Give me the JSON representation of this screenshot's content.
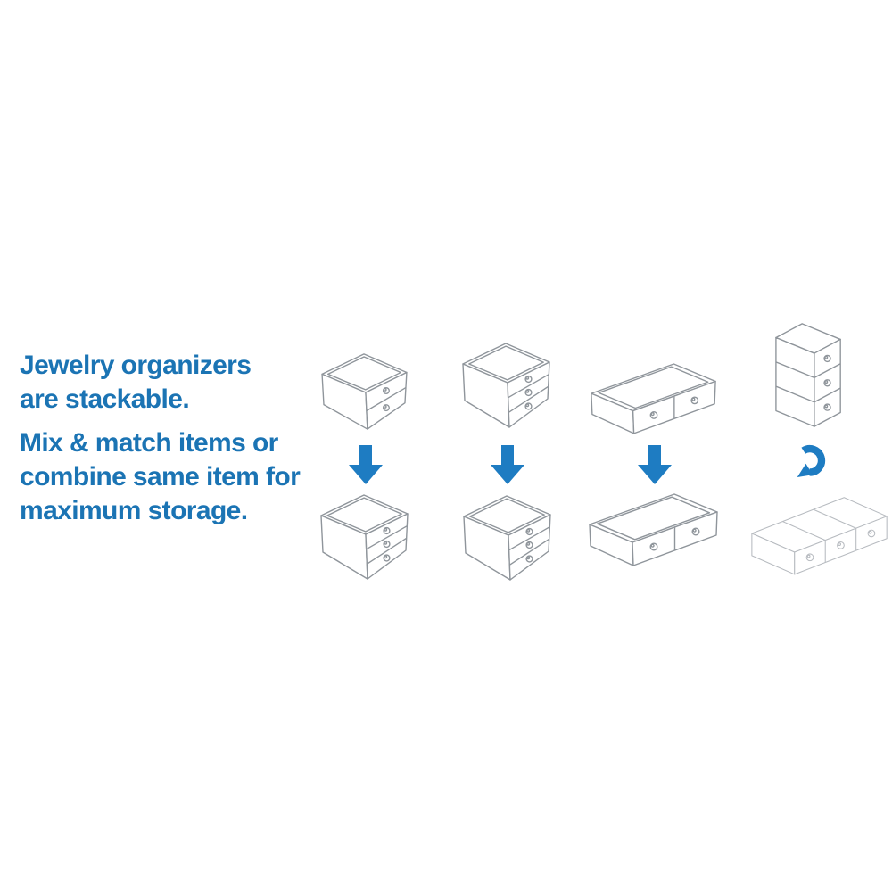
{
  "colors": {
    "page_bg": "#ffffff",
    "headline_blue": "#1b74b4",
    "arrow_blue": "#1e7cc2",
    "line_gray": "#8f959b",
    "line_gray_light": "#b7bbc0"
  },
  "text": {
    "paragraph1": [
      "Jewelry organizers",
      "are stackable."
    ],
    "paragraph2": [
      "Mix & match items or",
      "combine same item for",
      "maximum storage."
    ]
  },
  "figure": {
    "columns": [
      {
        "id": "column-1",
        "top_icon": "organizer-2-drawer-cube-icon",
        "arrow_icon": "down-arrow-icon",
        "bottom_icon": "organizer-3-drawer-cube-icon"
      },
      {
        "id": "column-2",
        "top_icon": "organizer-3-drawer-cube-icon",
        "arrow_icon": "down-arrow-icon",
        "bottom_icon": "organizer-3-drawer-cube-icon"
      },
      {
        "id": "column-3",
        "top_icon": "organizer-wide-2-drawer-icon",
        "arrow_icon": "down-arrow-icon",
        "bottom_icon": "organizer-wide-2-drawer-icon"
      },
      {
        "id": "column-4",
        "top_icon": "organizer-vertical-3-stack-icon",
        "arrow_icon": "rotate-arrow-icon",
        "bottom_icon": "organizer-horizontal-3-row-icon"
      }
    ]
  }
}
